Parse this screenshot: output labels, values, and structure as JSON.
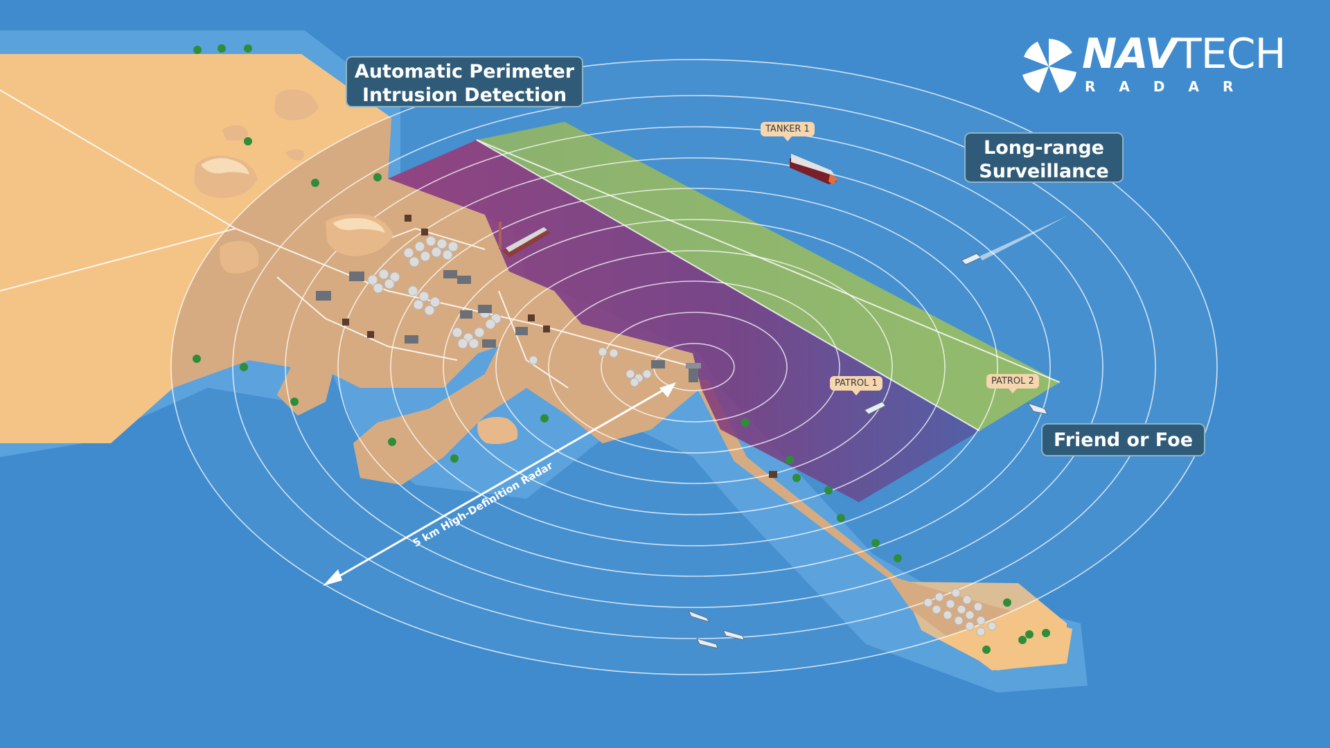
{
  "callouts": {
    "perimeter": {
      "line1": "Automatic Perimeter",
      "line2": "Intrusion Detection"
    },
    "long_range": {
      "line1": "Long-range",
      "line2": "Surveillance"
    },
    "friend_foe": {
      "line1": "Friend or Foe"
    }
  },
  "vessel_tags": {
    "tanker1": "TANKER 1",
    "patrol1": "PATROL 1",
    "patrol2": "PATROL 2"
  },
  "range_label": "5 km High-Definition Radar",
  "logo": {
    "brand_bold": "NAV",
    "brand_light": "TECH",
    "brand_sub": "RADAR"
  },
  "colors": {
    "sea": "#3f8bce",
    "sand": "#f4c487",
    "sand_detection": "#f0ad6d",
    "zone_purple": "#8b3d7d",
    "zone_green": "#97b766",
    "callout_bg": "#2f5b78",
    "tag_bg": "#f5d6ae"
  },
  "icons": [
    "radar-tower-icon",
    "tanker-ship-icon",
    "patrol-boat-icon",
    "oil-tank-icon",
    "palm-tree-icon",
    "warehouse-icon",
    "rock-icon",
    "navtech-fan-logo-icon"
  ]
}
